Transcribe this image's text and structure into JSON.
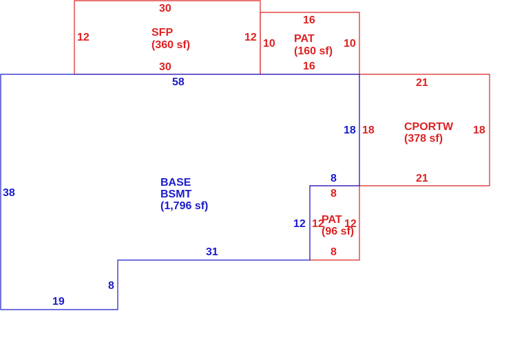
{
  "colors": {
    "red": "#dd2222",
    "blue": "#1a1acc"
  },
  "areas": {
    "sfp": {
      "name": "SFP",
      "area": "(360 sf)"
    },
    "pat1": {
      "name": "PAT",
      "area": "(160 sf)"
    },
    "cportw": {
      "name": "CPORTW",
      "area": "(378 sf)"
    },
    "base": {
      "name1": "BASE",
      "name2": "BSMT",
      "area": "(1,796 sf)"
    },
    "pat2": {
      "name": "PAT",
      "area": "(96 sf)"
    }
  },
  "dims": {
    "sfp_top": "30",
    "sfp_left": "12",
    "sfp_right": "12",
    "sfp_bottom": "30",
    "pat1_top": "16",
    "pat1_left": "10",
    "pat1_right": "10",
    "pat1_bottom": "16",
    "base_top": "58",
    "base_left": "38",
    "base_right": "18",
    "base_step": "8",
    "base_mid": "31",
    "base_notch": "8",
    "base_bottom": "19",
    "base_inner": "12",
    "cport_top": "21",
    "cport_left": "18",
    "cport_right": "18",
    "cport_bottom": "21",
    "pat2_top": "8",
    "pat2_left": "12",
    "pat2_right": "12",
    "pat2_bottom": "8"
  }
}
